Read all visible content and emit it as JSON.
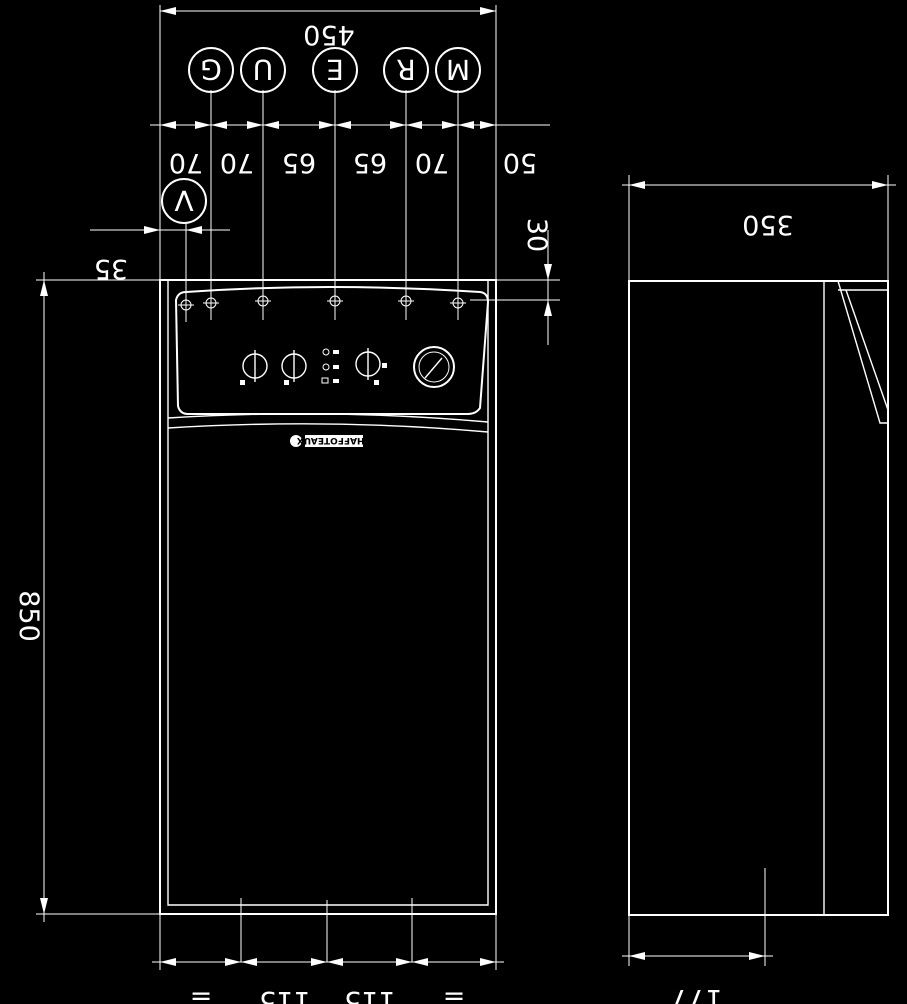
{
  "dimensions": {
    "total_width": "450",
    "spacings": [
      "70",
      "70",
      "65",
      "65",
      "70"
    ],
    "right_offset": "50",
    "left_offset": "35",
    "top_offset": "30",
    "height": "850",
    "depth": "350",
    "bottom_left": "=",
    "bottom_mid_1": "115",
    "bottom_mid_2": "115",
    "bottom_right": "=",
    "side_bottom": "177"
  },
  "connections": [
    {
      "label": "G"
    },
    {
      "label": "U"
    },
    {
      "label": "E"
    },
    {
      "label": "R"
    },
    {
      "label": "M"
    }
  ],
  "valve": {
    "label": "V"
  },
  "brand": {
    "label": "CHAFFOTEAUX"
  }
}
